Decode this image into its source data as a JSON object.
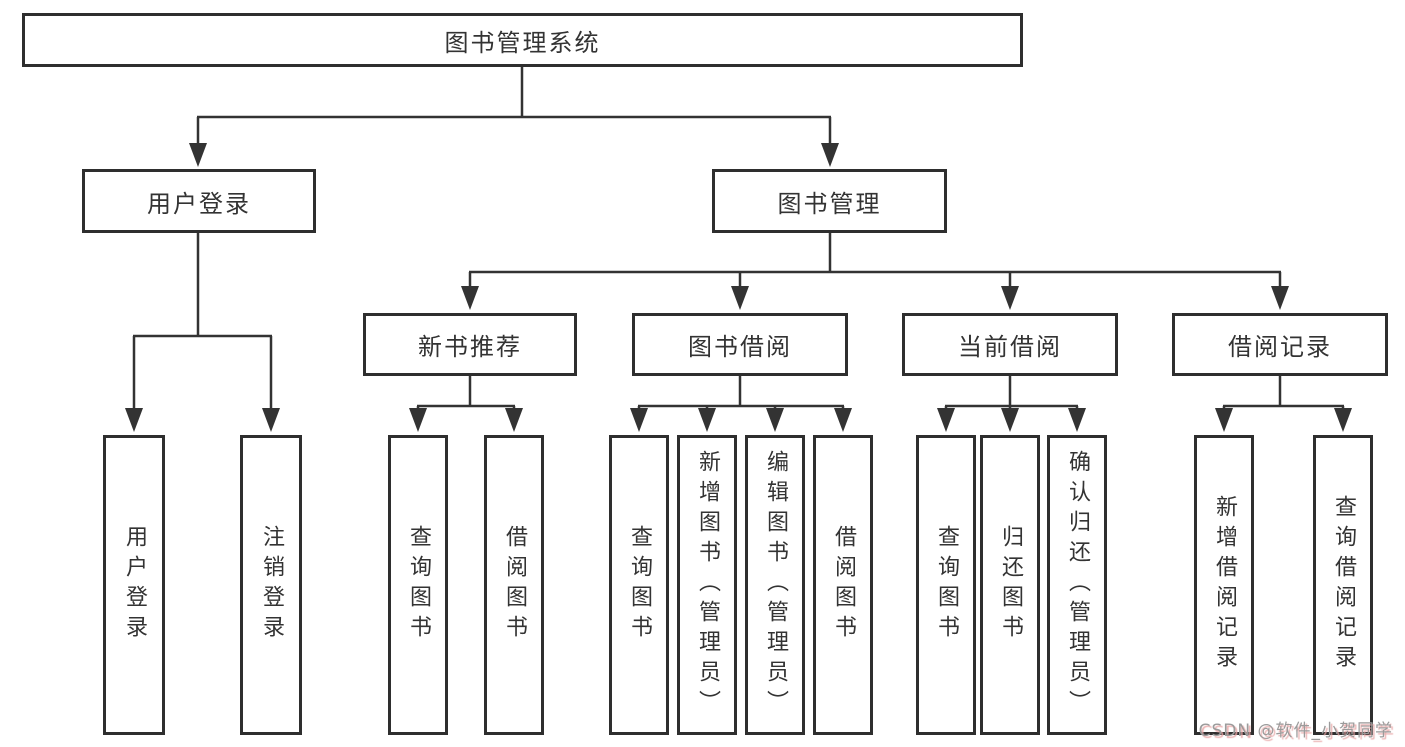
{
  "diagram": {
    "root": "图书管理系统",
    "level2": [
      "用户登录",
      "图书管理"
    ],
    "level3": [
      "新书推荐",
      "图书借阅",
      "当前借阅",
      "借阅记录"
    ],
    "leaves": [
      "用户登录",
      "注销登录",
      "查询图书",
      "借阅图书",
      "查询图书",
      "新增图书（管理员）",
      "编辑图书（管理员）",
      "借阅图书",
      "查询图书",
      "归还图书",
      "确认归还（管理员）",
      "新增借阅记录",
      "查询借阅记录"
    ]
  },
  "watermark": {
    "text": "CSDN @软件_小贺同学"
  },
  "colors": {
    "line": "#333333",
    "box_border": "#2e2e2e",
    "text": "#333333",
    "background": "#ffffff",
    "watermark_gray": "#9b9b9b",
    "watermark_pink": "#e8a5a5"
  }
}
